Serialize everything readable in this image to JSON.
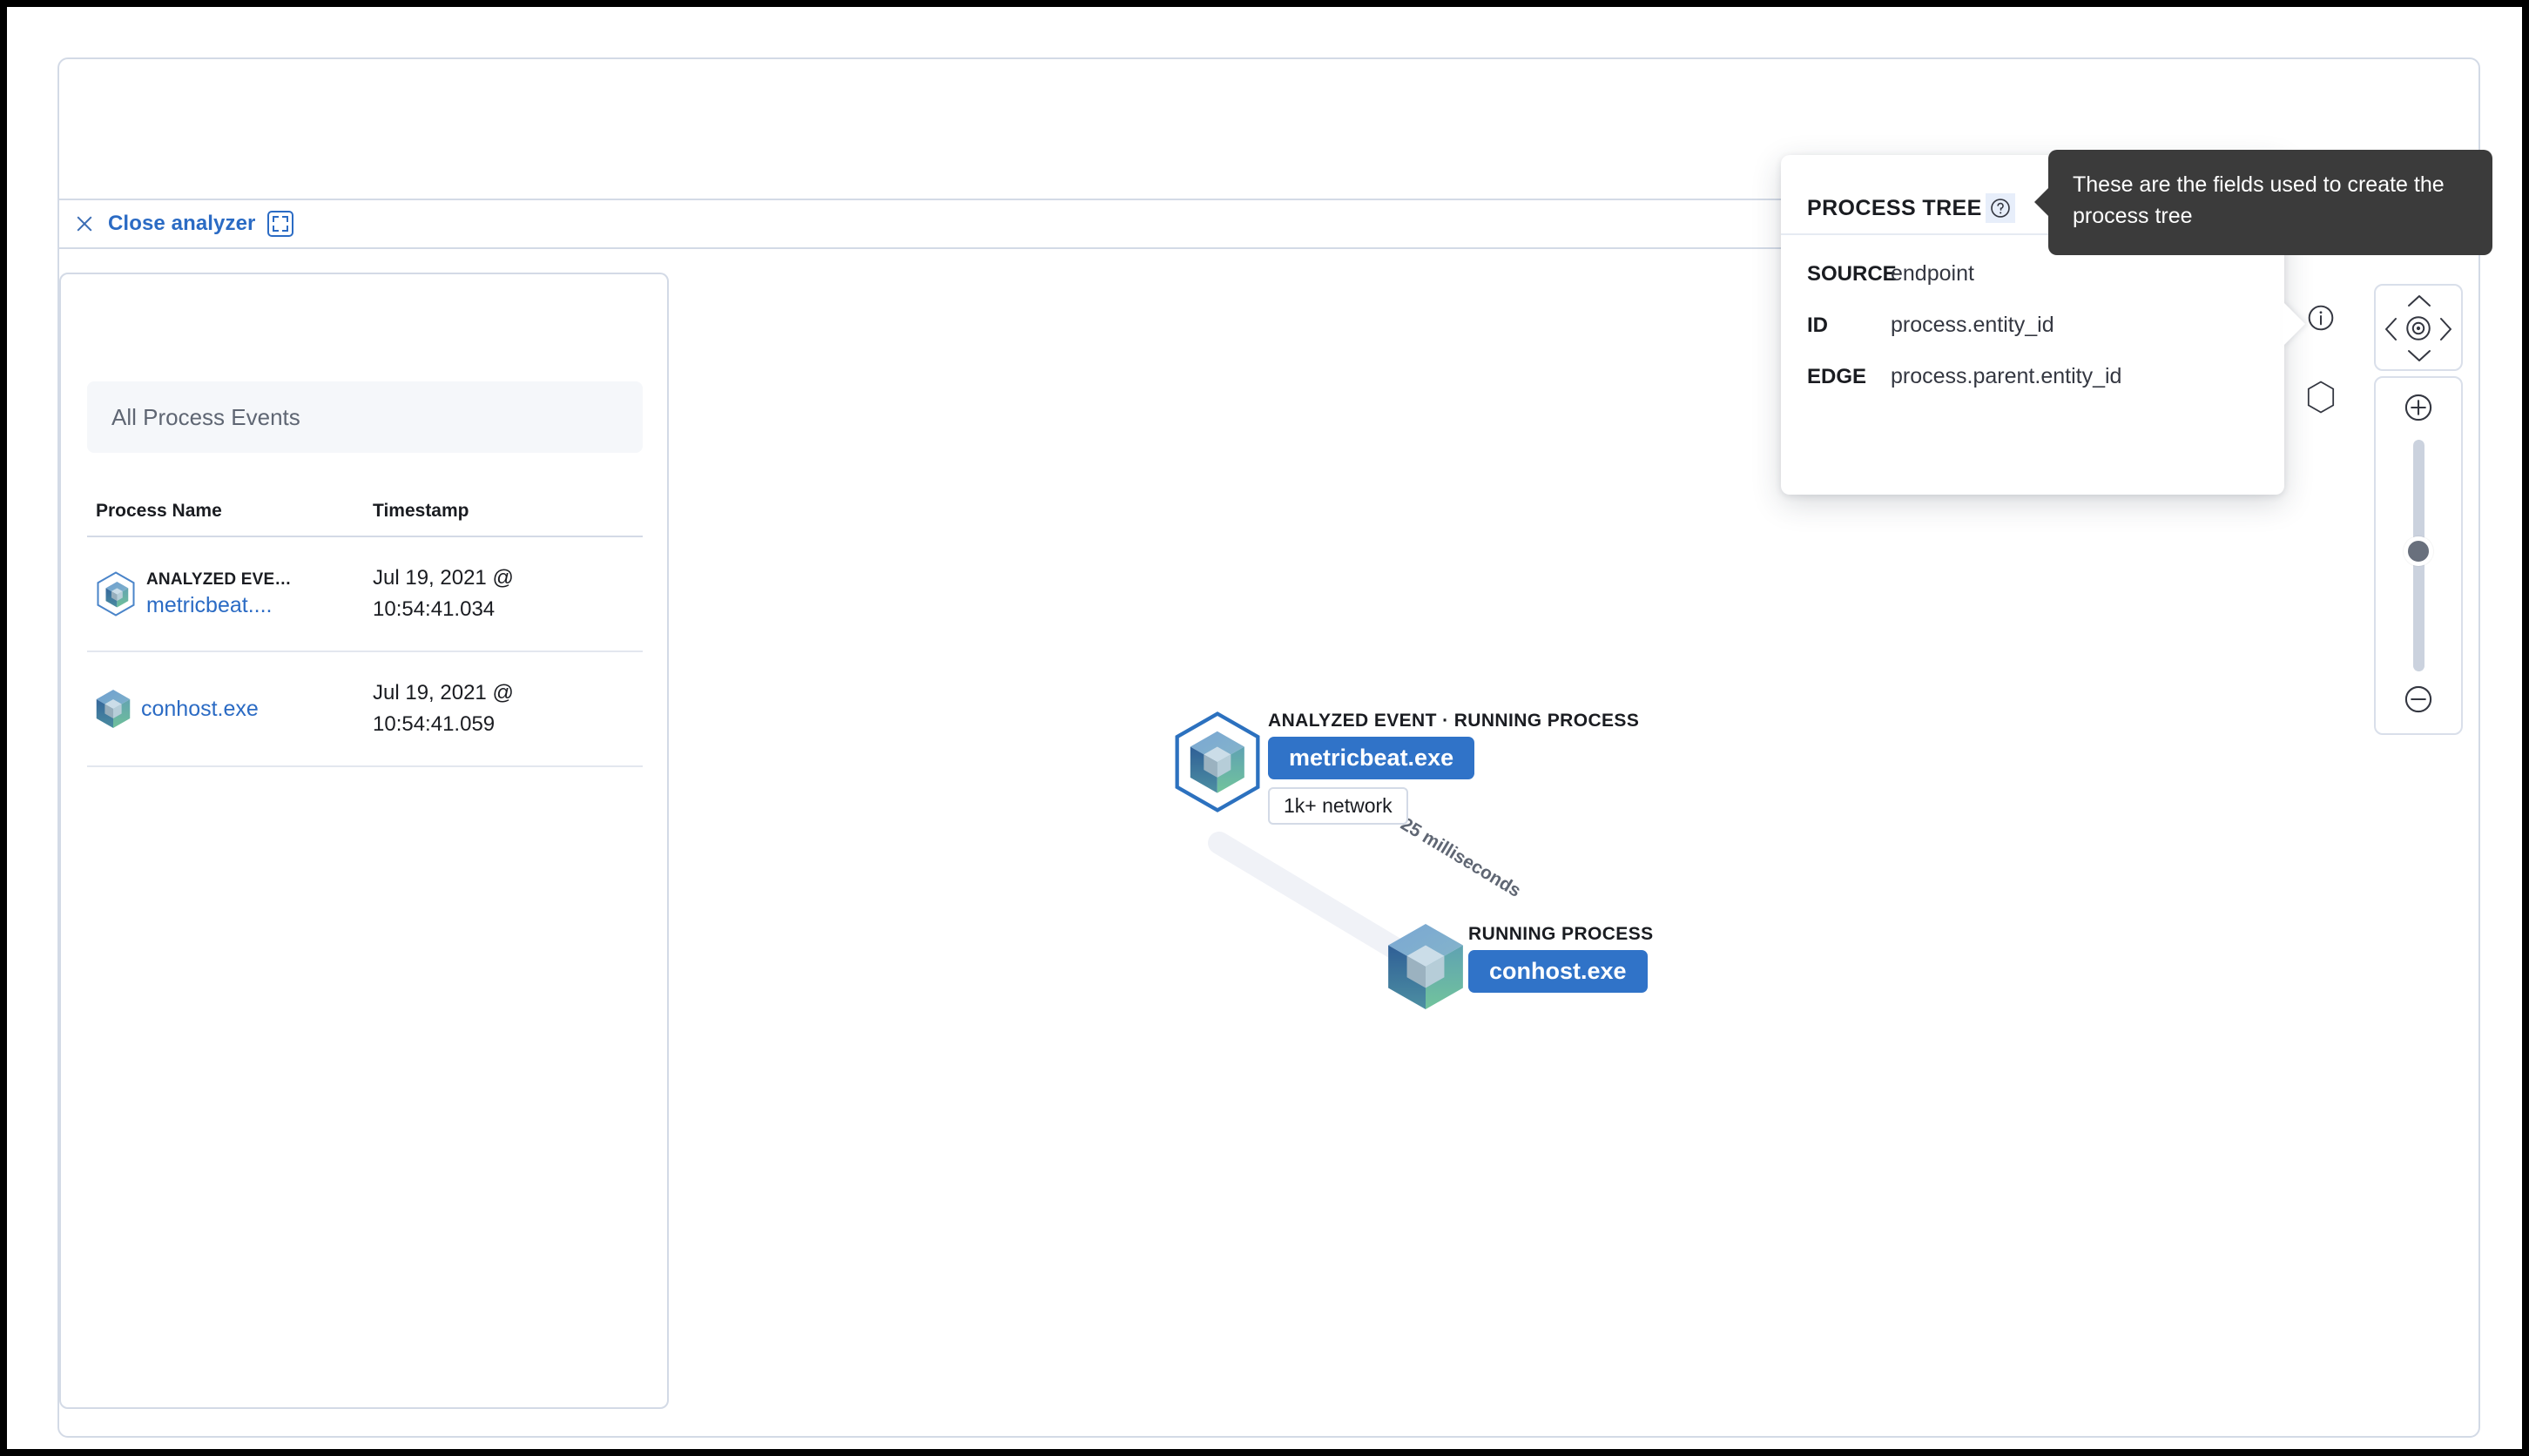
{
  "toolbar": {
    "close_label": "Close analyzer",
    "close_icon": "close-x-icon",
    "expand_icon": "expand-fullscreen-icon"
  },
  "sidebar": {
    "breadcrumb": "All Process Events",
    "table": {
      "columns": [
        "Process Name",
        "Timestamp"
      ],
      "rows": [
        {
          "tag": "ANALYZED EVE…",
          "name": "metricbeat....",
          "timestamp": "Jul 19, 2021 @ 10:54:41.034",
          "icon": "process-cube-icon",
          "analyzed": true
        },
        {
          "tag": "",
          "name": "conhost.exe",
          "timestamp": "Jul 19, 2021 @ 10:54:41.059",
          "icon": "process-cube-icon",
          "analyzed": false
        }
      ]
    }
  },
  "graph": {
    "nodes": [
      {
        "kind": "ANALYZED EVENT · RUNNING PROCESS",
        "label": "metricbeat.exe",
        "badge": "1k+ network",
        "icon": "process-cube-icon",
        "analyzed": true
      },
      {
        "kind": "RUNNING PROCESS",
        "label": "conhost.exe",
        "badge": "",
        "icon": "process-cube-icon",
        "analyzed": false
      }
    ],
    "edge_label": "25 milliseconds"
  },
  "popover": {
    "title": "PROCESS TREE",
    "help_icon": "question-mark-icon",
    "fields": [
      {
        "key": "SOURCE",
        "value": "endpoint"
      },
      {
        "key": "ID",
        "value": "process.entity_id"
      },
      {
        "key": "EDGE",
        "value": "process.parent.entity_id"
      }
    ]
  },
  "tooltip": {
    "text": "These are the fields used to create the process tree"
  },
  "controls": {
    "info_icon": "info-circle-icon",
    "legend_icon": "hexagon-icon",
    "pan_up_icon": "chevron-up-icon",
    "pan_left_icon": "chevron-left-icon",
    "pan_center_icon": "center-target-icon",
    "pan_right_icon": "chevron-right-icon",
    "pan_down_icon": "chevron-down-icon",
    "zoom_in_icon": "plus-circle-icon",
    "zoom_out_icon": "minus-circle-icon",
    "zoom_thumb": "zoom-slider-thumb"
  },
  "colors": {
    "link_blue": "#2B6BC4",
    "node_blue": "#3073C8",
    "border_grey": "#D3DAE6",
    "tooltip_dark": "#3B3B3B",
    "text_dark": "#1A1C21"
  }
}
